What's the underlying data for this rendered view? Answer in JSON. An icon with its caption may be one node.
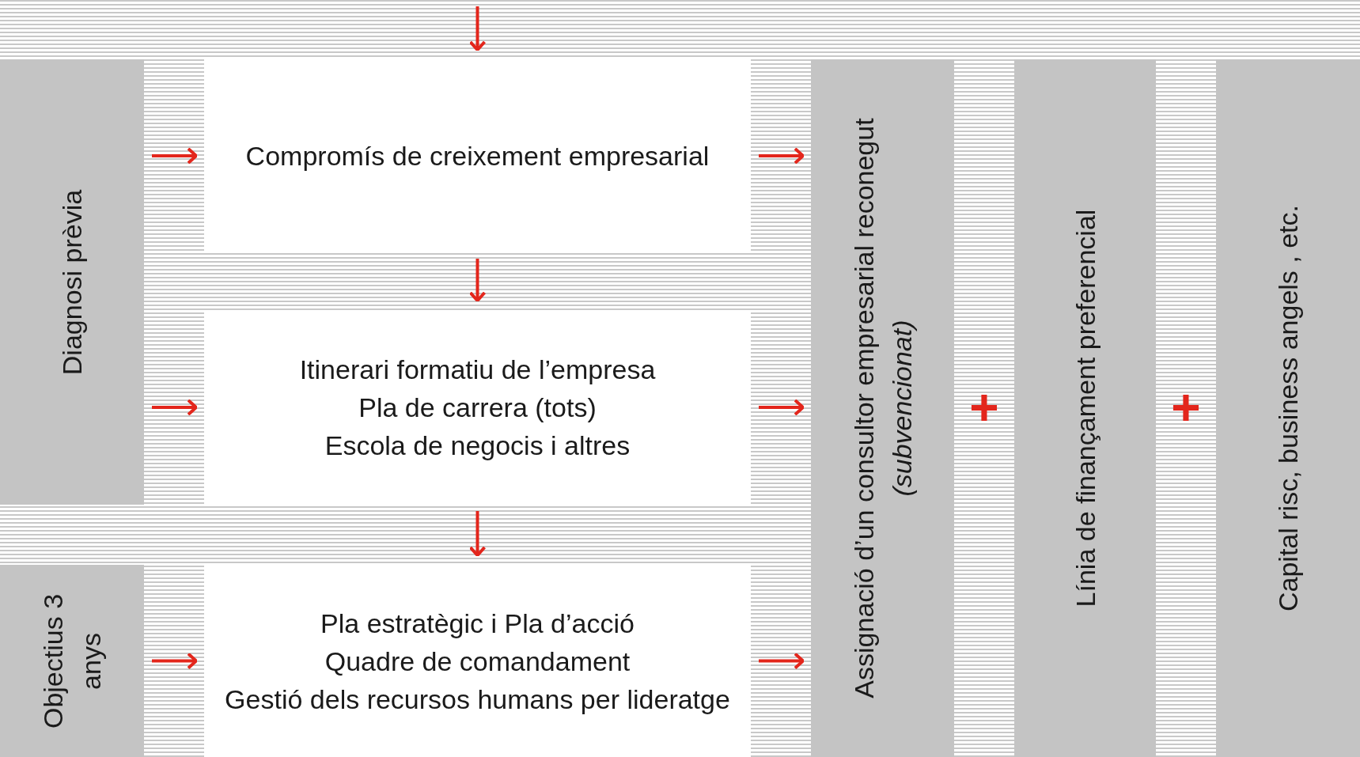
{
  "diagram": {
    "nodes": [
      {
        "text": [
          "Diagnosi prèvia"
        ]
      },
      {
        "text": [
          "Objectius 3 anys"
        ]
      },
      {
        "text": [
          "Compromís de creixement empresarial"
        ]
      },
      {
        "text": [
          "Itinerari formatiu de l’empresa",
          "Pla de carrera  (tots)",
          "Escola de negocis i altres"
        ]
      },
      {
        "text": [
          "Pla estratègic i Pla d’acció",
          "Quadre de comandament",
          "Gestió dels recursos humans per lideratge"
        ]
      },
      {
        "text": [
          "Assignació d’un consultor empresarial reconegut *(subvencionat)*"
        ]
      },
      {
        "text": [
          "Línia de finançament preferencial"
        ]
      },
      {
        "text": [
          "Capital risc, business angels , etc."
        ]
      }
    ],
    "edges": [
      {
        "from": null,
        "to": 2,
        "arrow": "to"
      },
      {
        "from": 2,
        "to": 3,
        "arrow": "to"
      },
      {
        "from": 3,
        "to": 4,
        "arrow": "to"
      },
      {
        "from": 0,
        "to": 2,
        "arrow": "to"
      },
      {
        "from": 0,
        "to": 3,
        "arrow": "to"
      },
      {
        "from": 1,
        "to": 4,
        "arrow": "to"
      },
      {
        "from": 2,
        "to": 5,
        "arrow": "to"
      },
      {
        "from": 3,
        "to": 5,
        "arrow": "to"
      },
      {
        "from": 4,
        "to": 5,
        "arrow": "to"
      }
    ],
    "labels": [
      "+",
      "+"
    ]
  }
}
